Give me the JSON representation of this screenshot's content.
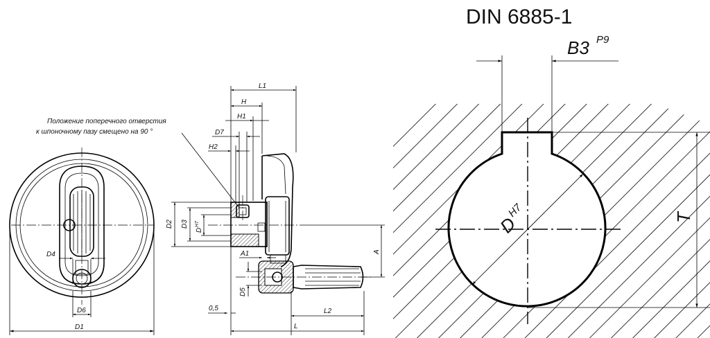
{
  "title": "DIN 6885-1",
  "note": {
    "line1": "Положение поперечного отверстия",
    "line2": "к шпоночному пазу смещено на  90 °"
  },
  "front_view_labels": {
    "d4": "D4",
    "d6": "D6",
    "d1": "D1"
  },
  "side_view_labels": {
    "l1": "L1",
    "h": "H",
    "h1": "H1",
    "d7": "D7",
    "h2": "H2",
    "d2": "D2",
    "d3": "D3",
    "d": "D",
    "d_tol": "H7",
    "a1": "A1",
    "d5": "D5",
    "a": "A",
    "gap": "0,5",
    "l2": "L2",
    "l": "L"
  },
  "keyway_labels": {
    "b3": "B3",
    "b3_tol": "P9",
    "d": "D",
    "d_tol": "H7",
    "t": "T"
  }
}
